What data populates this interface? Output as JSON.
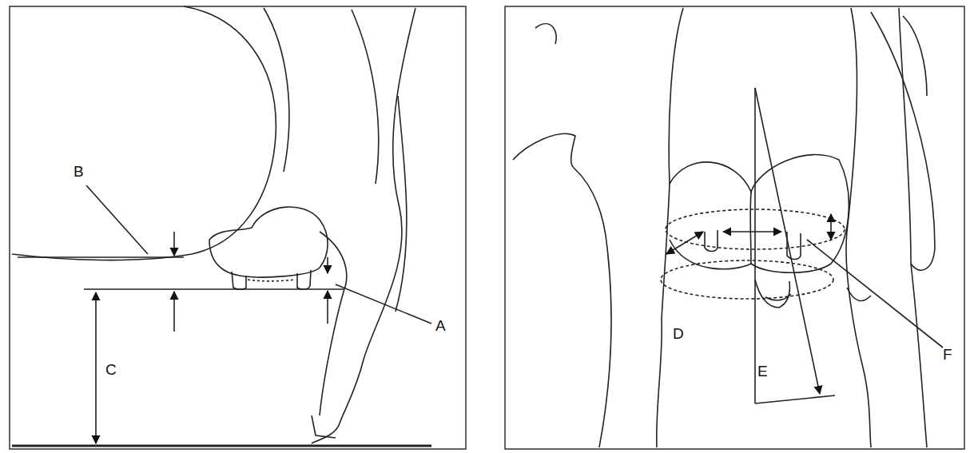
{
  "diagram": {
    "labels": [
      "B",
      "A",
      "C",
      "D",
      "E",
      "F"
    ]
  }
}
